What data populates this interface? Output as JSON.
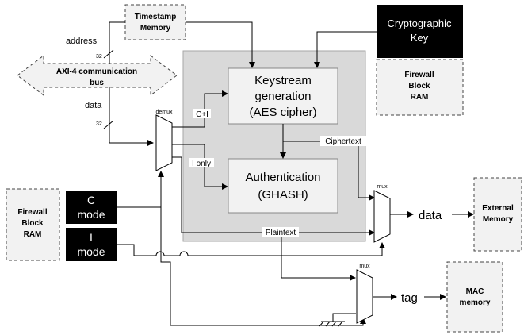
{
  "blocks": {
    "timestamp_memory": [
      "Timestamp",
      "Memory"
    ],
    "crypto_key": [
      "Cryptographic",
      "Key"
    ],
    "firewall_ram_top": [
      "Firewall",
      "Block",
      "RAM"
    ],
    "axi_bus": [
      "AXI-4 communication",
      "bus"
    ],
    "keystream": [
      "Keystream",
      "generation",
      "(AES cipher)"
    ],
    "authentication": [
      "Authentication",
      "(GHASH)"
    ],
    "firewall_ram_left": [
      "Firewall",
      "Block",
      "RAM"
    ],
    "c_mode": [
      "C",
      "mode"
    ],
    "i_mode": [
      "I",
      "mode"
    ],
    "external_memory": [
      "External",
      "Memory"
    ],
    "mac_memory": [
      "MAC",
      "memory"
    ]
  },
  "labels": {
    "address": "address",
    "data_in": "data",
    "bus_width_addr": "32",
    "bus_width_data": "32",
    "demux": "demux",
    "c_plus_i": "C+I",
    "i_only": "I only",
    "ciphertext": "Ciphertext",
    "plaintext": "Plaintext",
    "mux_data": "mux",
    "mux_tag": "mux",
    "data_out": "data",
    "tag_out": "tag"
  },
  "colors": {
    "gray_region": "#d9d9d9",
    "inner_block": "#f2f2f2",
    "black_block": "#000000",
    "dashed_block": "#f2f2f2",
    "line": "#000000"
  }
}
